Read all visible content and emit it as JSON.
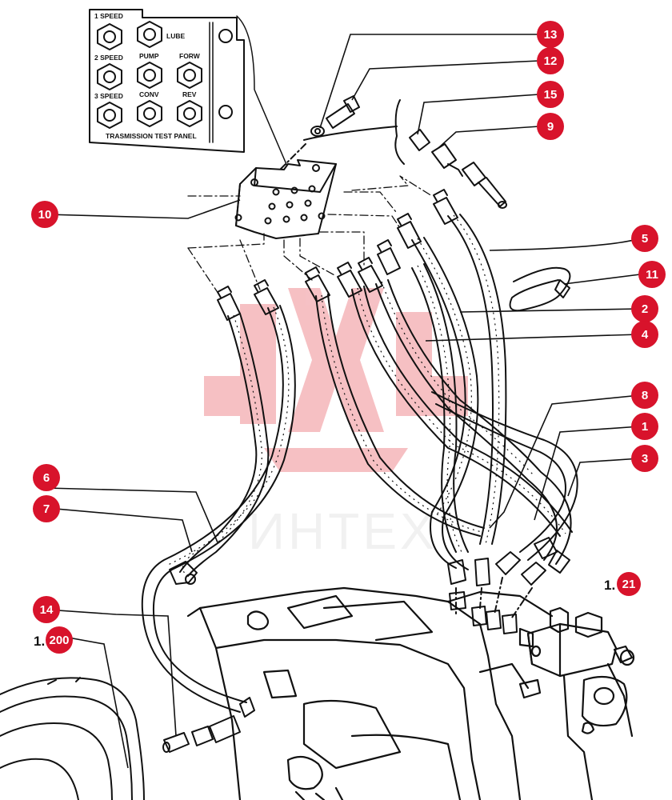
{
  "diagram": {
    "panel": {
      "title": "TRASMISSION TEST PANEL",
      "labels": [
        "1 SPEED",
        "LUBE",
        "2 SPEED",
        "PUMP",
        "FORW",
        "3 SPEED",
        "CONV",
        "REV"
      ]
    },
    "callouts": [
      "13",
      "12",
      "15",
      "9",
      "10",
      "5",
      "11",
      "2",
      "4",
      "8",
      "1",
      "3",
      "6",
      "7",
      "14"
    ],
    "refs": [
      {
        "prefix": "1.",
        "number": "21"
      },
      {
        "prefix": "1.",
        "number": "200"
      }
    ],
    "watermark": "ИНТЕХ",
    "colors": {
      "callout": "#d8132b",
      "watermark": "#e0222d",
      "line_art": "#111111"
    }
  }
}
